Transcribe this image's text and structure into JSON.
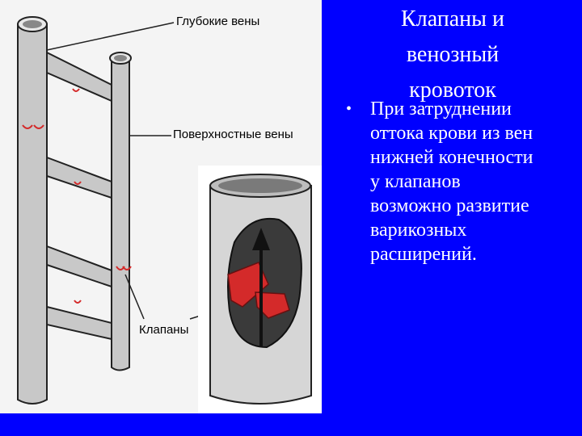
{
  "slide": {
    "title_lines": [
      "Клапаны и",
      "венозный",
      "кровоток"
    ],
    "bullet_marker": "•",
    "bullet_lines": [
      "При затруднении",
      "оттока крови из вен",
      "нижней конечности",
      "у клапанов",
      "возможно развитие",
      "варикозных",
      "расширений."
    ],
    "background_color": "#0000ff",
    "text_color": "#ffffff"
  },
  "figure": {
    "label_deep": "Глубокие вены",
    "label_superficial": "Поверхностные вены",
    "label_valves": "Клапаны",
    "valve_color": "#d42a2a",
    "vein_color": "#c8c8c8",
    "icons": [
      "vein-diagram",
      "valve-cross-section",
      "flow-arrow-icon"
    ]
  }
}
